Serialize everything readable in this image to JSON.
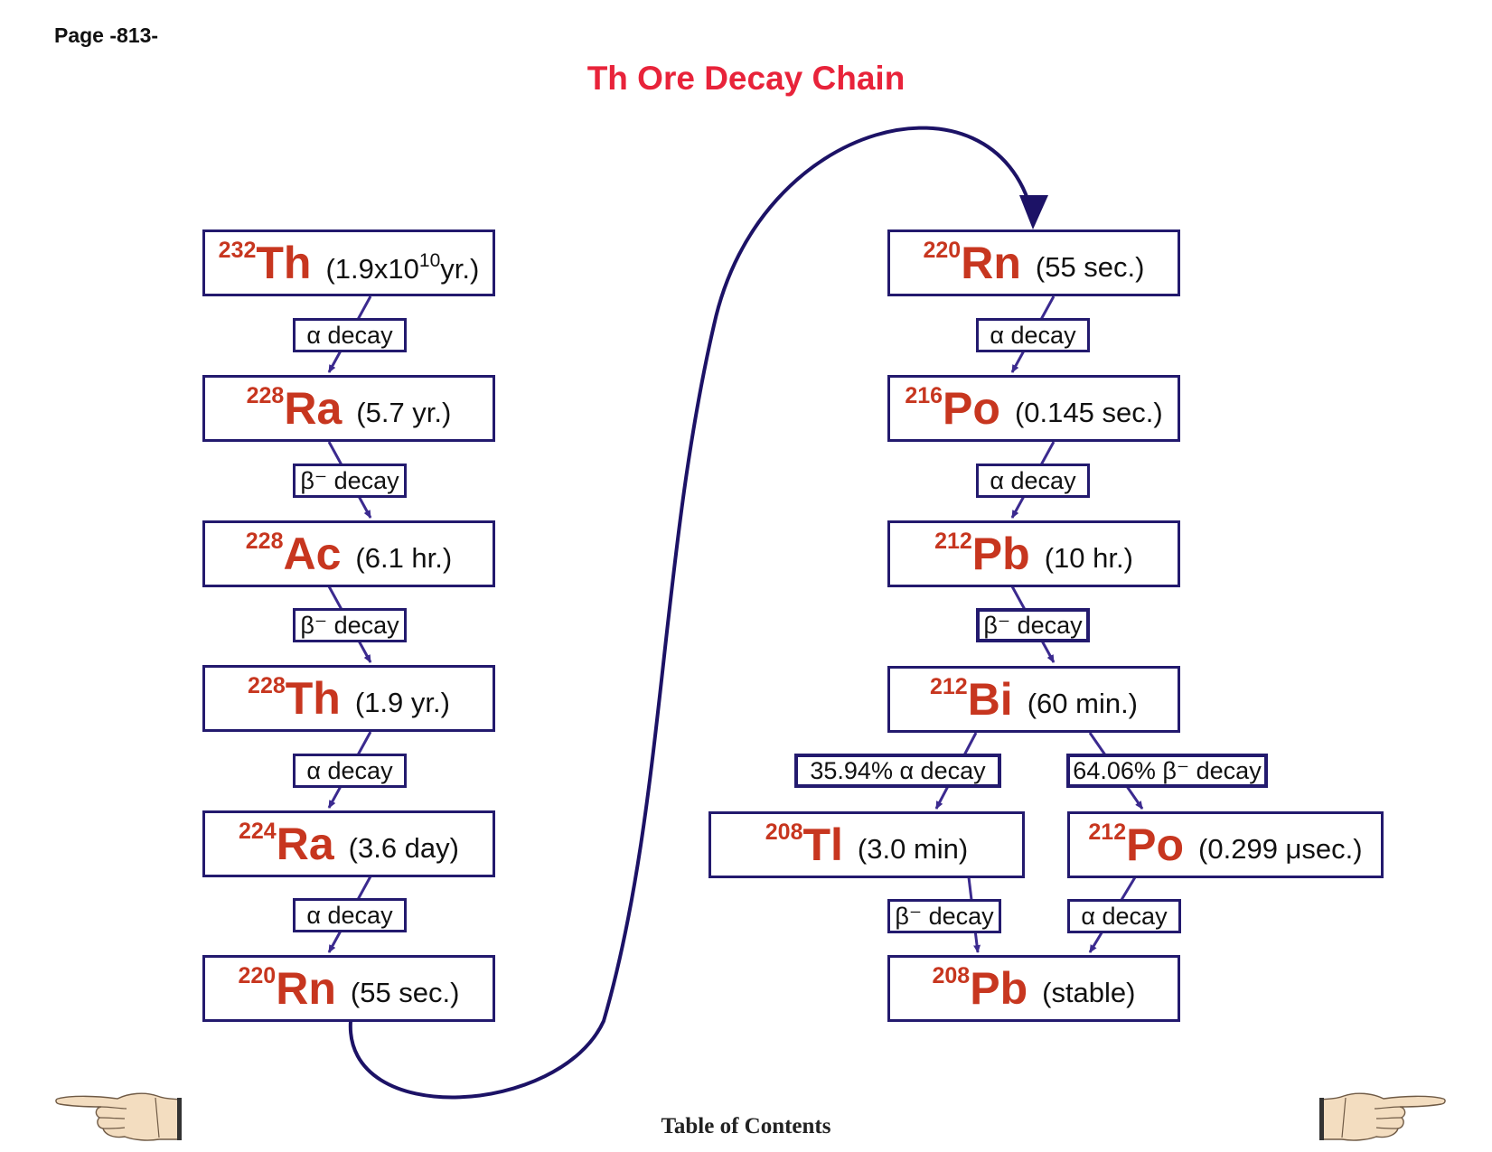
{
  "page_label": "Page -813-",
  "title": "Th Ore Decay Chain",
  "title_color": "#e8233a",
  "nuclide_color": "#c7361f",
  "border_color": "#231a6e",
  "arrow_color": "#3b2a8f",
  "nuclides": [
    {
      "mass": "232",
      "symbol": "Th",
      "halflife": "(1.9x10",
      "exp": "10",
      "halflife_tail": "yr.)"
    },
    {
      "mass": "228",
      "symbol": "Ra",
      "halflife": "(5.7 yr.)"
    },
    {
      "mass": "228",
      "symbol": "Ac",
      "halflife": "(6.1 hr.)"
    },
    {
      "mass": "228",
      "symbol": "Th",
      "halflife": "(1.9 yr.)"
    },
    {
      "mass": "224",
      "symbol": "Ra",
      "halflife": "(3.6 day)"
    },
    {
      "mass": "220",
      "symbol": "Rn",
      "halflife": "(55 sec.)"
    },
    {
      "mass": "220",
      "symbol": "Rn",
      "halflife": "(55 sec.)"
    },
    {
      "mass": "216",
      "symbol": "Po",
      "halflife": "(0.145 sec.)"
    },
    {
      "mass": "212",
      "symbol": "Pb",
      "halflife": "(10 hr.)"
    },
    {
      "mass": "212",
      "symbol": "Bi",
      "halflife": "(60 min.)"
    },
    {
      "mass": "208",
      "symbol": "Tl",
      "halflife": "(3.0 min)"
    },
    {
      "mass": "212",
      "symbol": "Po",
      "halflife": "(0.299 μsec.)"
    },
    {
      "mass": "208",
      "symbol": "Pb",
      "halflife": "(stable)"
    }
  ],
  "decays": [
    "α decay",
    "β⁻ decay",
    "β⁻ decay",
    "α decay",
    "α decay",
    "α decay",
    "α decay",
    "β⁻ decay",
    "35.94% α decay",
    "64.06% β⁻ decay",
    "β⁻ decay",
    "α decay"
  ],
  "footer": {
    "toc_label": "Table of Contents",
    "prev_icon": "pointing-hand-left-icon",
    "next_icon": "pointing-hand-right-icon"
  }
}
